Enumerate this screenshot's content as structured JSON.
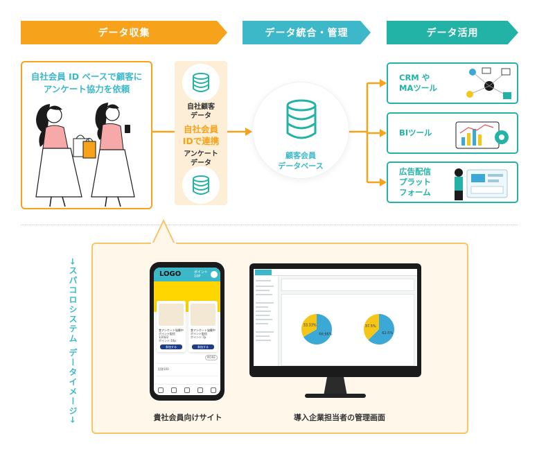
{
  "stages": {
    "collect": "データ収集",
    "integrate": "データ統合・管理",
    "utilize": "データ活用"
  },
  "collect_box": {
    "line1": "自社会員 ID ベースで顧客に",
    "line2": "アンケート協力を依頼"
  },
  "sources": {
    "customer_data_line1": "自社顧客",
    "customer_data_line2": "データ",
    "link_line1": "自社会員",
    "link_line2": "IDで連携",
    "survey_data_line1": "アンケート",
    "survey_data_line2": "データ"
  },
  "database": {
    "line1": "顧客会員",
    "line2": "データベース"
  },
  "tools": {
    "crm_line1": "CRM や",
    "crm_line2": "MAツール",
    "bi": "BIツール",
    "ad_line1": "広告配信",
    "ad_line2": "プラット",
    "ad_line3": "フォーム"
  },
  "system_label": "→スパコロシステム データイメージ→",
  "phone": {
    "logo": "LOGO",
    "points_label": "ポイント",
    "points_value": "10P",
    "card1_text": "食アンケート協賛中 ポイント配信1/2022",
    "card1_points": "ポイント:10p",
    "card1_button": "参加する",
    "card2_text": "食アンケート協賛中 ポイント配信",
    "card2_points": "ポイント:7p",
    "card2_button": "参加する",
    "more_button": "MORE",
    "section_text": "回答100",
    "caption": "貴社会員向けサイト"
  },
  "admin": {
    "caption": "導入企業担当者の管理画面",
    "pie1": {
      "values": [
        66.66,
        33.33
      ],
      "labels": [
        "66.66%",
        "33.33%"
      ]
    },
    "pie2": {
      "values": [
        62.5,
        37.5
      ],
      "labels": [
        "62.5%",
        "37.5%"
      ]
    }
  },
  "colors": {
    "orange": "#f6a21a",
    "blue": "#3cb8c9",
    "teal": "#22b3a6",
    "pie_yellow": "#f5c518",
    "pie_blue": "#3ba8d6"
  }
}
